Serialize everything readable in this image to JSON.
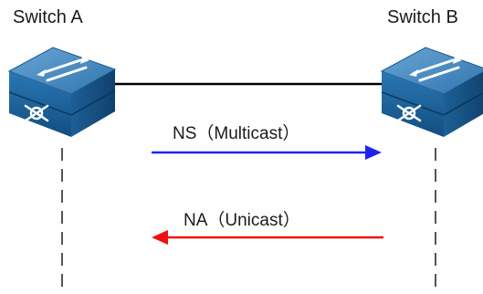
{
  "devices": [
    {
      "id": "a",
      "label": "Switch A"
    },
    {
      "id": "b",
      "label": "Switch B"
    }
  ],
  "messages": [
    {
      "label": "NS（Multicast）",
      "from": "Switch A",
      "to": "Switch B",
      "color": "#2222ee"
    },
    {
      "label": "NA（Unicast）",
      "from": "Switch B",
      "to": "Switch A",
      "color": "#ee1111"
    }
  ],
  "colors": {
    "switch_top": "#3b7fb7",
    "switch_body": "#1e6aa6",
    "switch_front": "#14558c",
    "link_line": "#000000",
    "lifeline": "#555555"
  },
  "icons": [
    "switch-icon"
  ]
}
